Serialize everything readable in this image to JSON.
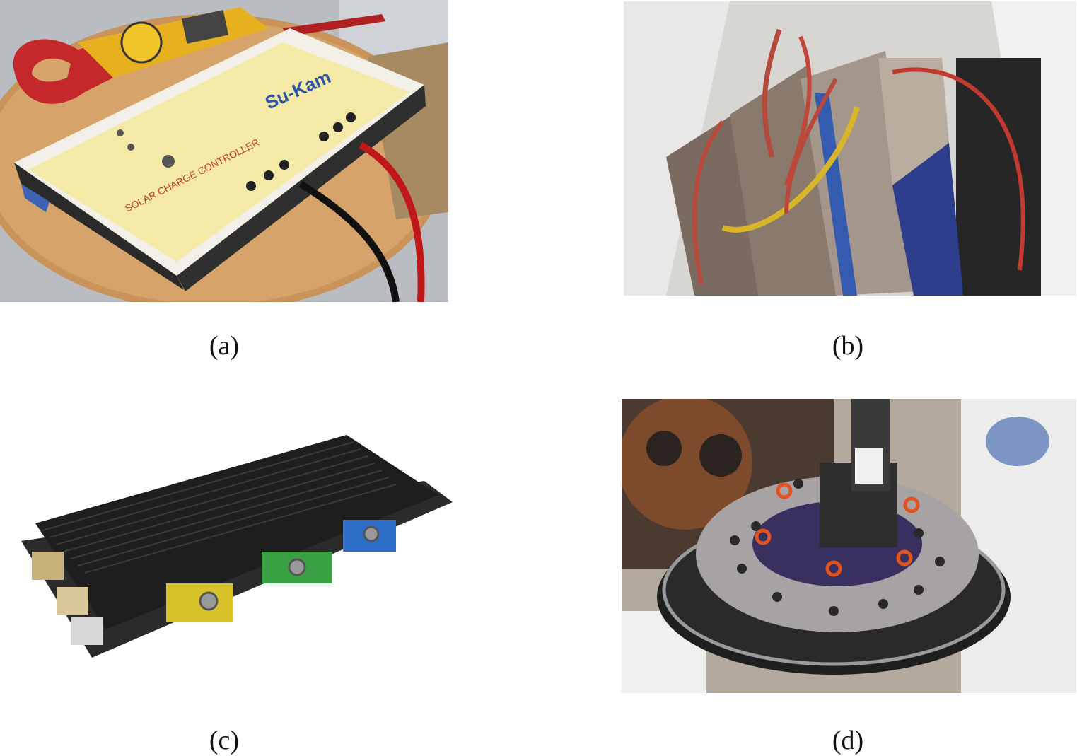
{
  "panels": [
    {
      "caption": "(a)",
      "device_brand": "Su-Kam",
      "device_label": "SOLAR CHARGE CONTROLLER"
    },
    {
      "caption": "(b)"
    },
    {
      "caption": "(c)"
    },
    {
      "caption": "(d)"
    }
  ]
}
